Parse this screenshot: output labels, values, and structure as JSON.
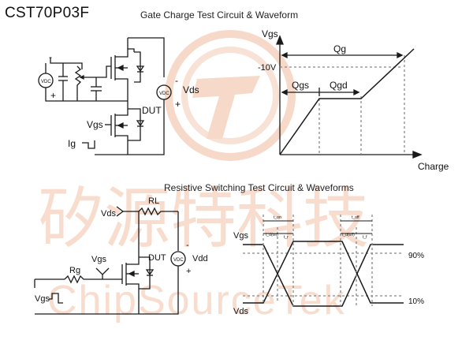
{
  "part_number": "CST70P03F",
  "top_section": {
    "title": "Gate Charge Test Circuit & Waveform",
    "circuit": {
      "vdc_left": "VDC",
      "vdc_right": "VDC",
      "vds": "Vds",
      "dut": "DUT",
      "vgs": "Vgs",
      "ig": "Ig",
      "minus": "-",
      "plus": "+"
    },
    "waveform": {
      "y_axis": "Vgs",
      "x_axis": "Charge",
      "level": "-10V",
      "qg": "Qg",
      "qgs": "Qgs",
      "qgd": "Qgd"
    }
  },
  "bottom_section": {
    "title": "Resistive Switching Test Circuit & Waveforms",
    "circuit": {
      "vds": "Vds",
      "rl": "RL",
      "vgs": "Vgs",
      "dut": "DUT",
      "rg": "Rg",
      "vgs_pulse": "Vgs",
      "vdd": "Vdd",
      "vdc": "VDC",
      "minus": "-",
      "plus": "+"
    },
    "waveform": {
      "vgs": "Vgs",
      "vds": "Vds",
      "pct_high": "90%",
      "pct_low": "10%",
      "t_on": "t_on",
      "t_don": "t_d(on)",
      "t_r": "t_r",
      "t_off": "t_off",
      "t_doff": "t_d(off)",
      "t_f": "t_f"
    }
  },
  "watermark": {
    "chinese": "矽源特科技",
    "latin": "ChipSourceTek"
  },
  "colors": {
    "watermark": "#f6d9c9",
    "line": "#1a1a1a",
    "dash": "#888888"
  }
}
